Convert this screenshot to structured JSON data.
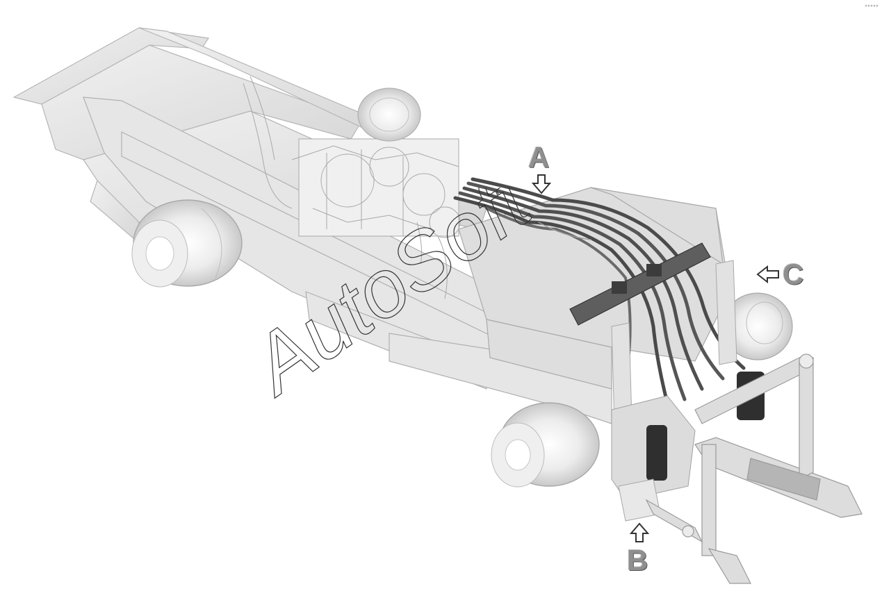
{
  "diagram": {
    "callouts": [
      {
        "id": "A",
        "label": "A",
        "arrow": "down"
      },
      {
        "id": "B",
        "label": "B",
        "arrow": "up"
      },
      {
        "id": "C",
        "label": "C",
        "arrow": "left"
      }
    ],
    "watermark": "AutoSoft",
    "corner_mark": "°°°°°",
    "colors": {
      "frame": "#e3e3e3",
      "frame_edge": "#b9b9b9",
      "hose": "#4a4a4a",
      "hose_highlight": "#9a9a9a",
      "bracket": "#5e5e5e",
      "callout_text": "#8f8f8f"
    },
    "icons": [
      "down-arrow-icon",
      "up-arrow-icon",
      "left-arrow-icon"
    ]
  }
}
